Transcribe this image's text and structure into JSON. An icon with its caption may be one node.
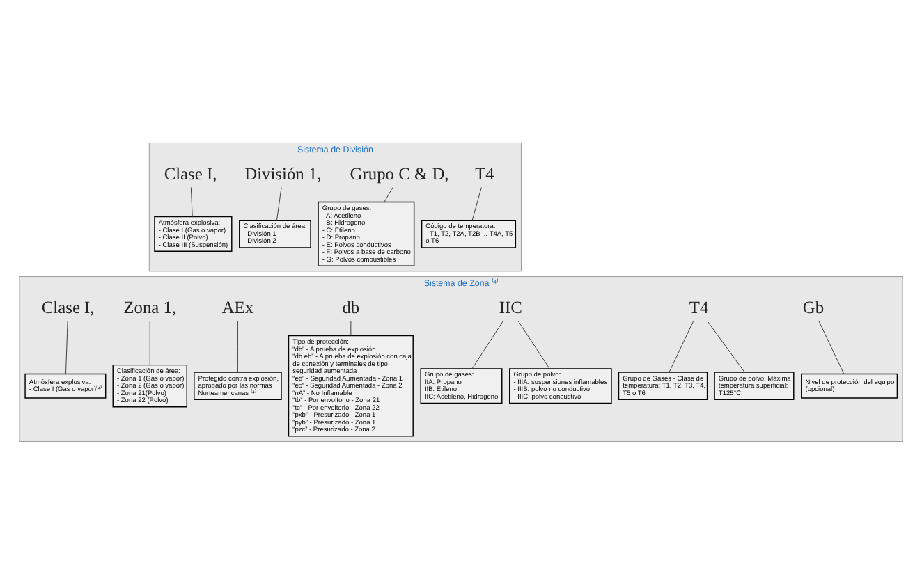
{
  "diagram": {
    "nodes": [
      {
        "text": [
          "Sistema de División"
        ]
      },
      {
        "text": [
          "Clase I,"
        ],
        "in": 0
      },
      {
        "text": [
          "División 1,"
        ],
        "in": 0
      },
      {
        "text": [
          "Grupo C & D,"
        ],
        "in": 0
      },
      {
        "text": [
          "T4"
        ],
        "in": 0
      },
      {
        "text": [
          "Atmósfera explosiva:",
          "- Clase I (Gas o vapor)",
          "- Clase II (Polvo)",
          "- Clase III (Suspensión)"
        ],
        "in": 0
      },
      {
        "text": [
          "Clasificación de área:",
          "- División 1",
          "- División 2"
        ],
        "in": 0
      },
      {
        "text": [
          "Grupo de gases:",
          "- A: Acetileno",
          "- B: Hidrogeno",
          "- C: Etileno",
          "- D: Propano",
          "- E: Polvos conductivos",
          "- F: Polvos a base de carbono",
          "- G: Polvos combustibles"
        ],
        "in": 0
      },
      {
        "text": [
          "Código de temperatura:",
          "- T1, T2, T2A, T2B ... T4A, T5 o T6"
        ],
        "in": 0
      },
      {
        "text": [
          "Sistema de Zona ⁽⁴⁾"
        ]
      },
      {
        "text": [
          "Clase I,"
        ],
        "in": 9
      },
      {
        "text": [
          "Zona 1,"
        ],
        "in": 9
      },
      {
        "text": [
          "AEx"
        ],
        "in": 9
      },
      {
        "text": [
          "db"
        ],
        "in": 9
      },
      {
        "text": [
          "IIC"
        ],
        "in": 9
      },
      {
        "text": [
          "T4"
        ],
        "in": 9
      },
      {
        "text": [
          "Gb"
        ],
        "in": 9
      },
      {
        "text": [
          "Atmósfera explosiva:",
          "- Clase I (Gas o vapor)⁽⁴⁾"
        ],
        "in": 9
      },
      {
        "text": [
          "Clasificación de área:",
          "- Zona 1 (Gas o vapor)",
          "- Zona 2 (Gas o vapor)",
          "- Zona 21(Polvo)",
          "- Zona 22 (Polvo)"
        ],
        "in": 9
      },
      {
        "text": [
          "Protegido contra explosión, aprobado por las normas Norteamericanas ⁽⁴⁾"
        ],
        "in": 9
      },
      {
        "text": [
          "Tipo de protección:",
          "“db” - A prueba de explosión",
          "“db eb” - A prueba de explosión con caja de conexión y terminales de tipo seguridad aumentada",
          "“eb” - Seguridad Aumentada - Zona 1",
          "“ec” - Seguridad Aumentada - Zona 2",
          "“nA” - No Inflamable",
          "“tb” - Por envoltorio - Zona 21",
          "“tc” - Por envoltorio - Zona 22",
          "“pxb” - Presurizado - Zona 1",
          "“pyb” - Presurizado - Zona 1",
          "“pzc” - Presurizado - Zona 2"
        ],
        "in": 9
      },
      {
        "text": [
          "Grupo de gases:",
          "IIA: Propano",
          "IIB: Etileno",
          "IIC: Acetileno, Hidrogeno"
        ],
        "in": 9
      },
      {
        "text": [
          "Grupo de polvo:",
          "- IIIA: suspensiones inflamables",
          "- IIIB: polvo no conductivo",
          "- IIIC: polvo conductivo"
        ],
        "in": 9
      },
      {
        "text": [
          "Grupo de Gases - Clase de temperatura: T1, T2, T3, T4, T5 o T6"
        ],
        "in": 9
      },
      {
        "text": [
          "Grupo de polvo: Máxima temperatura superficial: T125°C"
        ],
        "in": 9
      },
      {
        "text": [
          "Nivel de protección del equipo (opcional)"
        ],
        "in": 9
      }
    ],
    "edges": [
      {
        "from": 1,
        "to": 5,
        "arrow": "none"
      },
      {
        "from": 2,
        "to": 6,
        "arrow": "none"
      },
      {
        "from": 3,
        "to": 7,
        "arrow": "none"
      },
      {
        "from": 4,
        "to": 8,
        "arrow": "none"
      },
      {
        "from": 10,
        "to": 17,
        "arrow": "none"
      },
      {
        "from": 11,
        "to": 18,
        "arrow": "none"
      },
      {
        "from": 12,
        "to": 19,
        "arrow": "none"
      },
      {
        "from": 13,
        "to": 20,
        "arrow": "none"
      },
      {
        "from": 14,
        "to": 21,
        "arrow": "none"
      },
      {
        "from": 14,
        "to": 22,
        "arrow": "none"
      },
      {
        "from": 15,
        "to": 23,
        "arrow": "none"
      },
      {
        "from": 15,
        "to": 24,
        "arrow": "none"
      },
      {
        "from": 16,
        "to": 25,
        "arrow": "none"
      }
    ]
  }
}
